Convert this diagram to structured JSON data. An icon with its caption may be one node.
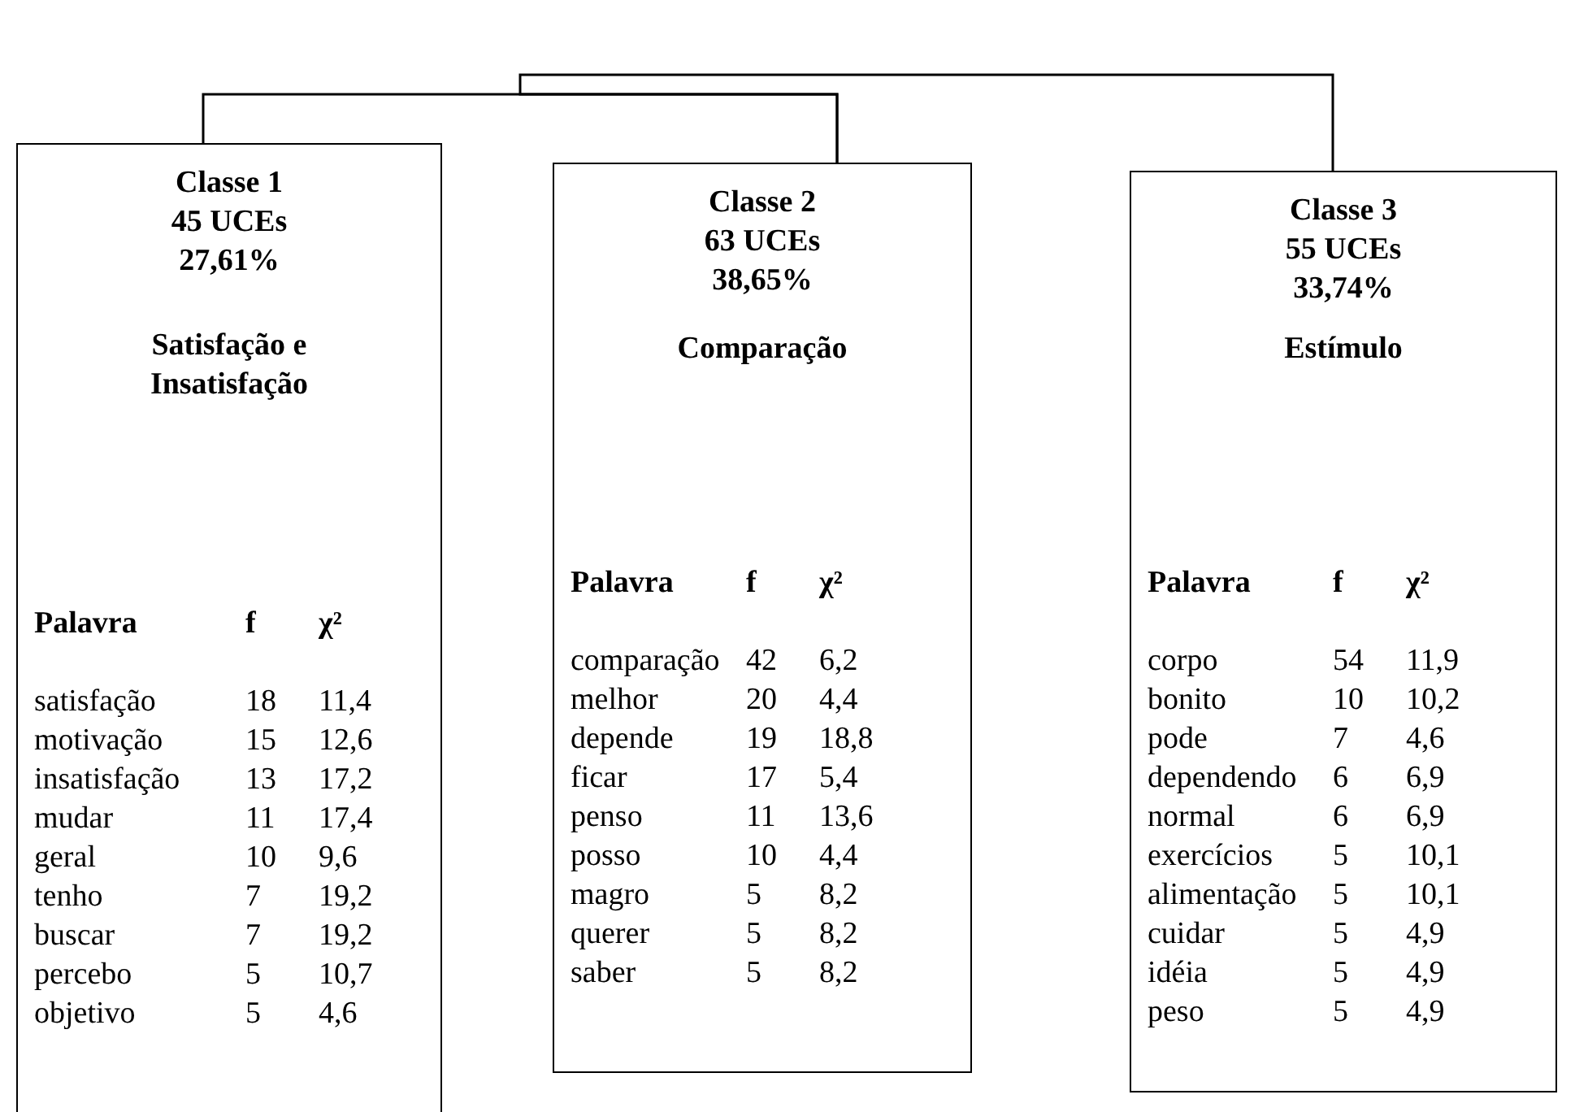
{
  "diagram": {
    "nodes": [
      {
        "text": [
          "Classe 1",
          "45 UCEs",
          "27,61%",
          "Satisfação e Insatisfação",
          "Palavra",
          "f",
          "χ²",
          "satisfação",
          "18",
          "11,4",
          "motivação",
          "15",
          "12,6",
          "insatisfação",
          "13",
          "17,2",
          "mudar",
          "11",
          "17,4",
          "geral",
          "10",
          "9,6",
          "tenho",
          "7",
          "19,2",
          "buscar",
          "7",
          "19,2",
          "percebo",
          "5",
          "10,7",
          "objetivo",
          "5",
          "4,6"
        ]
      },
      {
        "text": [
          "Classe 2",
          "63 UCEs",
          "38,65%",
          "Comparação",
          "Palavra",
          "f",
          "χ²",
          "comparação",
          "42",
          "6,2",
          "melhor",
          "20",
          "4,4",
          "depende",
          "19",
          "18,8",
          "ficar",
          "17",
          "5,4",
          "penso",
          "11",
          "13,6",
          "posso",
          "10",
          "4,4",
          "magro",
          "5",
          "8,2",
          "querer",
          "5",
          "8,2",
          "saber",
          "5",
          "8,2"
        ]
      },
      {
        "text": [
          "Classe 3",
          "55 UCEs",
          "33,74%",
          "Estímulo",
          "Palavra",
          "f",
          "χ²",
          "corpo",
          "54",
          "11,9",
          "bonito",
          "10",
          "10,2",
          "pode",
          "7",
          "4,6",
          "dependendo",
          "6",
          "6,9",
          "normal",
          "6",
          "6,9",
          "exercícios",
          "5",
          "10,1",
          "alimentação",
          "5",
          "10,1",
          "cuidar",
          "5",
          "4,9",
          "idéia",
          "5",
          "4,9",
          "peso",
          "5",
          "4,9"
        ]
      }
    ],
    "edges": [
      {
        "from": 0,
        "to": 1,
        "arrow": "none"
      },
      {
        "from": 1,
        "to": 2,
        "arrow": "none"
      }
    ]
  }
}
